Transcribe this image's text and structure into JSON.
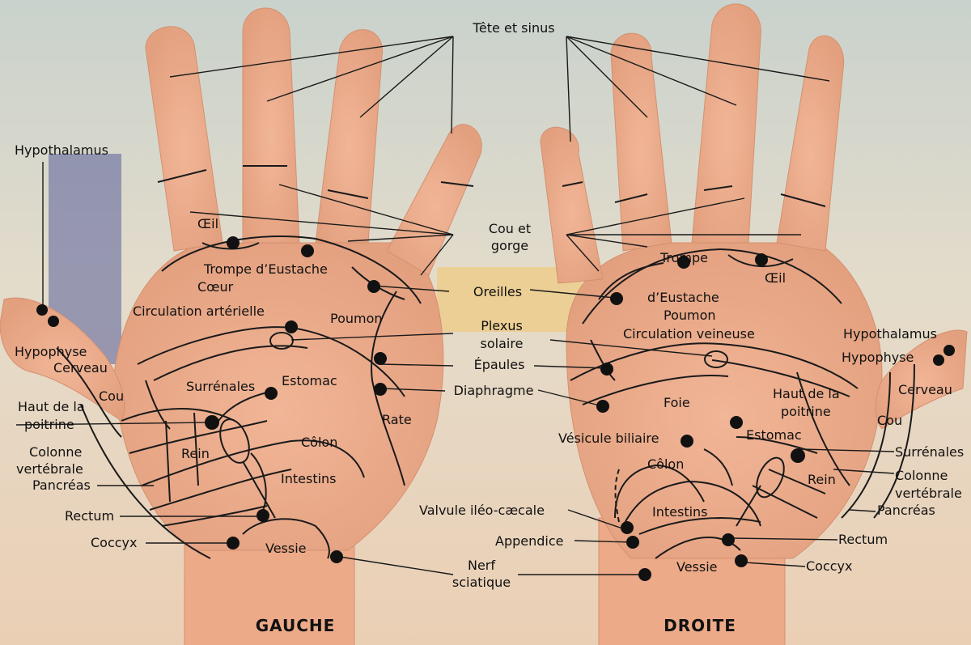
{
  "hand_labels": {
    "left": "GAUCHE",
    "right": "DROITE"
  },
  "center_labels": {
    "head_sinus": "Tête et sinus",
    "neck_throat_1": "Cou et",
    "neck_throat_2": "gorge",
    "ears": "Oreilles",
    "solar_plexus_1": "Plexus",
    "solar_plexus_2": "solaire",
    "shoulders": "Épaules",
    "diaphragm": "Diaphragme",
    "ileocecal": "Valvule iléo-cæcale",
    "appendix": "Appendice",
    "sciatic_1": "Nerf",
    "sciatic_2": "sciatique"
  },
  "left_hand": {
    "hypothalamus": "Hypothalamus",
    "hypophyse": "Hypophyse",
    "cerveau": "Cerveau",
    "cou": "Cou",
    "haut_poitrine_1": "Haut de la",
    "haut_poitrine_2": "poitrine",
    "colonne_1": "Colonne",
    "colonne_2": "vertébrale",
    "pancreas": "Pancréas",
    "rectum": "Rectum",
    "coccyx": "Coccyx",
    "oeil": "Œil",
    "trompe": "Trompe d’Eustache",
    "coeur": "Cœur",
    "circulation": "Circulation artérielle",
    "poumon": "Poumon",
    "surrenales": "Surrénales",
    "estomac": "Estomac",
    "rein": "Rein",
    "colon": "Côlon",
    "intestins": "Intestins",
    "rate": "Rate",
    "vessie": "Vessie"
  },
  "right_hand": {
    "trompe_1": "Trompe",
    "trompe_2": "d’Eustache",
    "poumon": "Poumon",
    "circulation": "Circulation veineuse",
    "oeil": "Œil",
    "hypothalamus": "Hypothalamus",
    "hypophyse": "Hypophyse",
    "cerveau": "Cerveau",
    "foie": "Foie",
    "haut_poitrine_1": "Haut de la",
    "haut_poitrine_2": "poitrine",
    "cou": "Cou",
    "vesicule": "Vésicule biliaire",
    "estomac": "Estomac",
    "surrenales": "Surrénales",
    "colon": "Côlon",
    "rein": "Rein",
    "colonne_1": "Colonne",
    "colonne_2": "vertébrale",
    "intestins": "Intestins",
    "pancreas": "Pancréas",
    "rectum": "Rectum",
    "vessie": "Vessie",
    "coccyx": "Coccyx"
  },
  "colors": {
    "skin": "#e9ad8c",
    "skin_shadow": "#d99474",
    "line": "#1a1a1a",
    "point": "#111111"
  }
}
